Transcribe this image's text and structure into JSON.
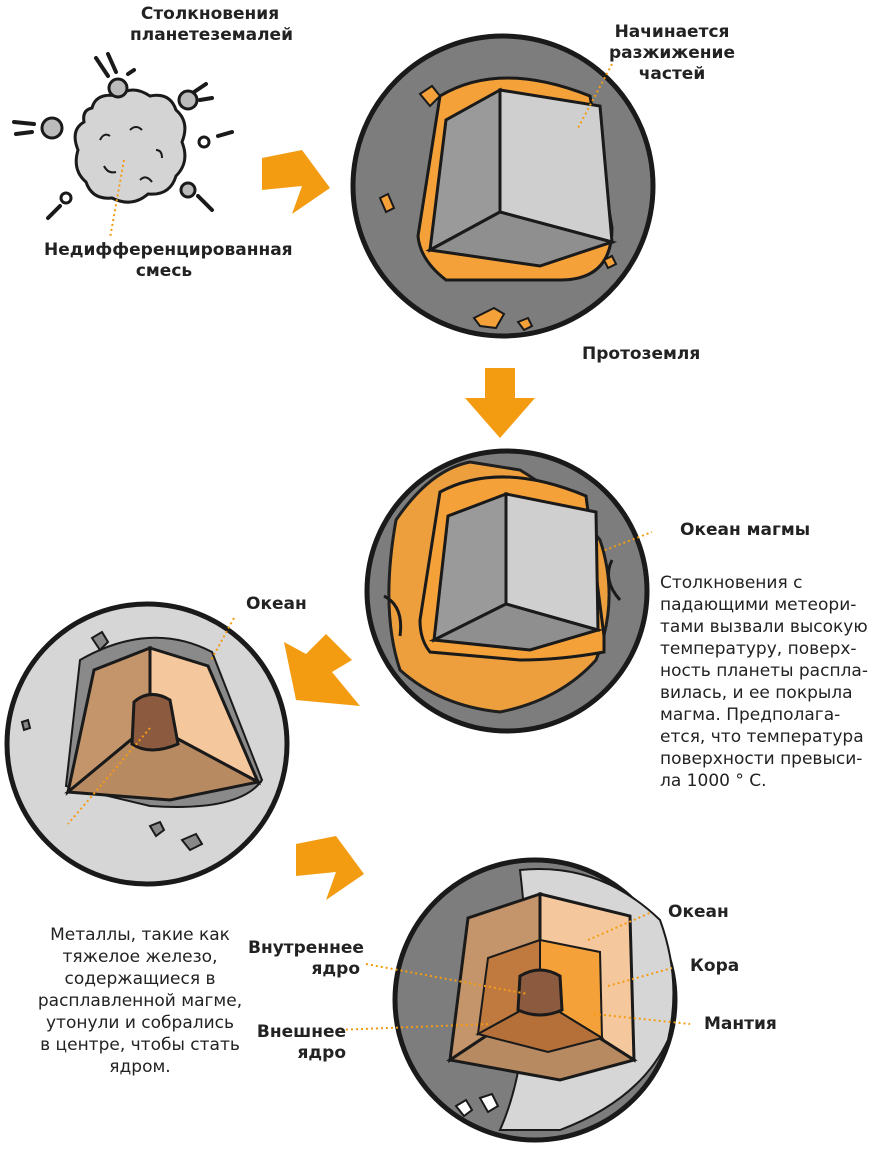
{
  "labels": {
    "planetesimal_collisions": [
      "Столкновения",
      "планетеземалей"
    ],
    "undifferentiated_mix": [
      "Недифференцированная",
      "смесь"
    ],
    "melting_begins": [
      "Начинается",
      "разжижение",
      "частей"
    ],
    "protoearth": "Протоземля",
    "magma_ocean": "Океан магмы",
    "ocean_stage3": "Океан",
    "ocean_final": "Океан",
    "crust": "Кора",
    "mantle": "Мантия",
    "inner_core": [
      "Внутреннее",
      "ядро"
    ],
    "outer_core": [
      "Внешнее",
      "ядро"
    ]
  },
  "descriptions": {
    "magma_ocean": [
      "Столкновения с",
      "падающими метеори-",
      "тами вызвали высокую",
      "температуру, поверх-",
      "ность планеты распла-",
      "вилась, и ее покрыла",
      "магма. Предполага-",
      "ется, что температура",
      "поверхности превыси-",
      "ла 1000 ° С."
    ],
    "core_formation": [
      "Металлы, такие как",
      "тяжелое железо,",
      "содержащиеся в",
      "расплавленной магме,",
      "утонули и собрались",
      "в центре, чтобы стать",
      "ядром."
    ]
  },
  "colors": {
    "arrow": "#f39c12",
    "leader": "#f39c12",
    "rock_dark": "#7d7d7d",
    "rock_light": "#c8c8c8",
    "magma": "#f5a13a",
    "outline": "#1a1a1a"
  }
}
